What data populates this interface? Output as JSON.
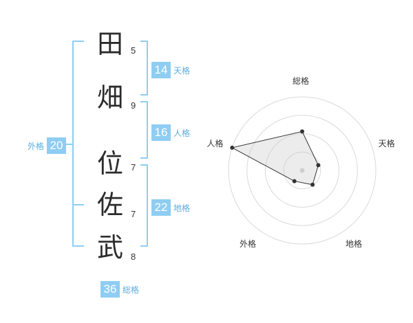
{
  "name": {
    "characters": [
      {
        "char": "田",
        "strokes": "5"
      },
      {
        "char": "畑",
        "strokes": "9"
      },
      {
        "char": "位",
        "strokes": "7"
      },
      {
        "char": "佐",
        "strokes": "7"
      },
      {
        "char": "武",
        "strokes": "8"
      }
    ]
  },
  "fortunes": {
    "tenkaku": {
      "value": "14",
      "label": "天格"
    },
    "jinkaku": {
      "value": "16",
      "label": "人格"
    },
    "chikaku": {
      "value": "22",
      "label": "地格"
    },
    "gaikaku": {
      "value": "20",
      "label": "外格"
    },
    "soukaku": {
      "value": "36",
      "label": "総格"
    }
  },
  "colors": {
    "bracket": "#8fcdf2",
    "badge_bg": "#8fcdf2",
    "label_text": "#5aaee0"
  },
  "chart_data": {
    "type": "radar",
    "axes": [
      "総格",
      "天格",
      "地格",
      "外格",
      "人格"
    ],
    "values": [
      0.53,
      0.23,
      0.24,
      0.18,
      1.0
    ],
    "rings": 4
  }
}
